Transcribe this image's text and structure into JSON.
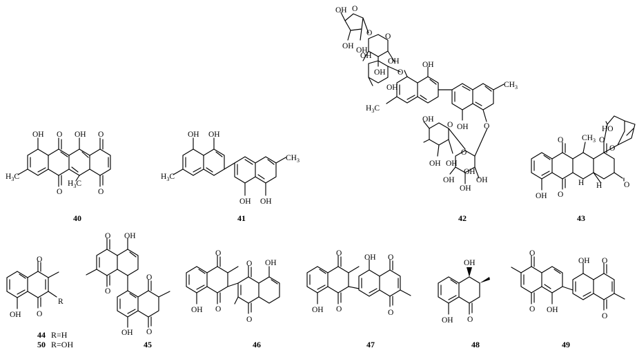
{
  "compounds": [
    {
      "id": "40"
    },
    {
      "id": "41"
    },
    {
      "id": "42"
    },
    {
      "id": "43"
    },
    {
      "id": "44"
    },
    {
      "id": "45"
    },
    {
      "id": "46"
    },
    {
      "id": "47"
    },
    {
      "id": "48"
    },
    {
      "id": "49"
    }
  ],
  "legend_44": {
    "id": "44",
    "r": "R=H"
  },
  "legend_50": {
    "id": "50",
    "r": "R=OH"
  },
  "atoms": {
    "oh": "OH",
    "ho": "HO",
    "o": "O",
    "h": "H",
    "r": "R",
    "me": "CH",
    "me_sub": "3",
    "h3c": "H",
    "h3c_sub": "3",
    "h3c_c": "C"
  }
}
